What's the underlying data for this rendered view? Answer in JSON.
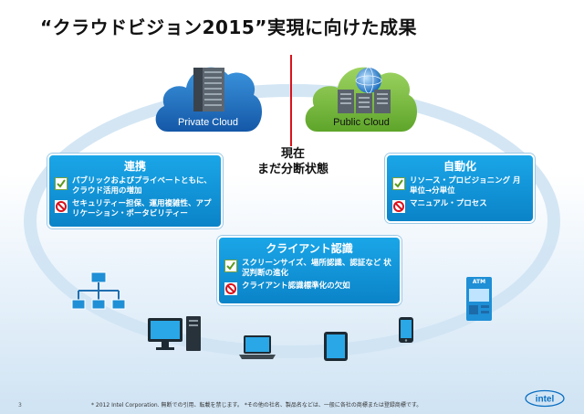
{
  "slide": {
    "title": "“クラウドビジョン2015”実現に向けた成果",
    "page_number": "3",
    "footer_note": "* 2012 Intel Corporation. 無断での引用、転載を禁じます。 *その他の社名、製品名などは、一般に各社の商標または登録商標です。"
  },
  "clouds": {
    "private_label": "Private Cloud",
    "public_label": "Public Cloud"
  },
  "center": {
    "line1": "現在",
    "line2": "まだ分断状態"
  },
  "boxes": {
    "renkei": {
      "title": "連携",
      "items": [
        {
          "icon": "check-icon",
          "text": "パブリックおよびプライベートともに、クラウド活用の増加"
        },
        {
          "icon": "prohibit-icon",
          "text": "セキュリティー担保、運用複雑性、アプリケーション・ポータビリティー"
        }
      ]
    },
    "jidouka": {
      "title": "自動化",
      "items": [
        {
          "icon": "check-icon",
          "text": "リソース・プロビジョニング 月単位→分単位"
        },
        {
          "icon": "prohibit-icon",
          "text": "マニュアル・プロセス"
        }
      ]
    },
    "client": {
      "title": "クライアント認識",
      "items": [
        {
          "icon": "check-icon",
          "text": "スクリーンサイズ、場所認識、認証など 状況判断の進化"
        },
        {
          "icon": "prohibit-icon",
          "text": "クライアント認識標準化の欠如"
        }
      ]
    }
  },
  "devices": {
    "atm_label": "ATM"
  },
  "logo": {
    "text": "intel"
  },
  "colors": {
    "box_blue": "#0b83c8",
    "private_cloud": "#1a73c7",
    "public_cloud": "#7cc23e",
    "divider_red": "#d9121b"
  }
}
